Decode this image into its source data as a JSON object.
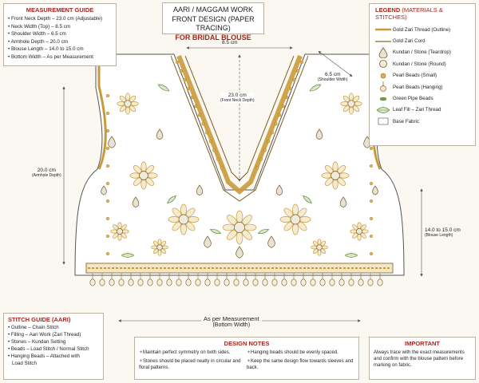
{
  "title": {
    "line1": "AARI / MAGGAM WORK",
    "line2": "FRONT DESIGN (PAPER TRACING)",
    "line3": "FOR BRIDAL BLOUSE"
  },
  "measurement_guide": {
    "title": "MEASUREMENT GUIDE",
    "items": [
      "• Front Neck Depth – 23.0 cm (Adjustable)",
      "• Neck Width (Top) – 8.5 cm",
      "• Shoulder Width – 6.5 cm",
      "• Armhole Depth – 20.0 cm",
      "• Blouse Length – 14.0 to 15.0 cm",
      "• Bottom Width – As per Measurement"
    ]
  },
  "legend": {
    "title": "LEGEND",
    "subtitle": "(MATERIALS & STITCHES)",
    "items": [
      {
        "label": "Gold Zari Thread (Outline)",
        "icon": "zari-thread-line"
      },
      {
        "label": "Gold Zari Cord",
        "icon": "zari-cord-line"
      },
      {
        "label": "Kundan / Stone (Teardrop)",
        "icon": "teardrop-stone"
      },
      {
        "label": "Kundan / Stone (Round)",
        "icon": "round-stone"
      },
      {
        "label": "Pearl Beads (Small)",
        "icon": "small-pearl"
      },
      {
        "label": "Pearl Beads (Hanging)",
        "icon": "hanging-pearl"
      },
      {
        "label": "Green Pipe Beads",
        "icon": "pipe-bead"
      },
      {
        "label": "Leaf Fill – Zari Thread",
        "icon": "leaf"
      },
      {
        "label": "Base Fabric",
        "icon": "fabric-swatch"
      }
    ]
  },
  "dimensions": {
    "neck_width": "8.5 cm",
    "shoulder": "6.5 cm",
    "shoulder_sub": "(Shoulder Width)",
    "neck_depth": "23.0 cm",
    "neck_depth_sub": "(Front Neck Depth)",
    "armhole": "20.0 cm",
    "armhole_sub": "(Armhole Depth)",
    "length": "14.0 to 15.0 cm",
    "length_sub": "(Blouse Length)",
    "bottom": "As per Measurement",
    "bottom_sub": "(Bottom Width)"
  },
  "stitch_guide": {
    "title": "STITCH GUIDE (AARI)",
    "items": [
      "• Outline – Chain Stitch",
      "• Filling – Aari Work (Zari Thread)",
      "• Stones – Kundan Setting",
      "• Beads – Load Stitch / Normal Stitch",
      "• Hanging Beads – Attached with",
      "  Load Stitch"
    ]
  },
  "design_notes": {
    "title": "DESIGN NOTES",
    "left": [
      "Maintain perfect symmetry on both sides.",
      "Stones should be placed neatly in circular and floral patterns."
    ],
    "right": [
      "Hanging beads should be evenly spaced.",
      "Keep the same design flow towards sleeves and back."
    ]
  },
  "important": {
    "title": "IMPORTANT",
    "text": "Always trace with the exact measurements and confirm with the blouse pattern before marking on fabric."
  },
  "colors": {
    "accent": "#a3261e",
    "gold": "#c99a3a",
    "green": "#5d8a3a",
    "stone": "#d9d4c6",
    "dim": "#555555"
  }
}
